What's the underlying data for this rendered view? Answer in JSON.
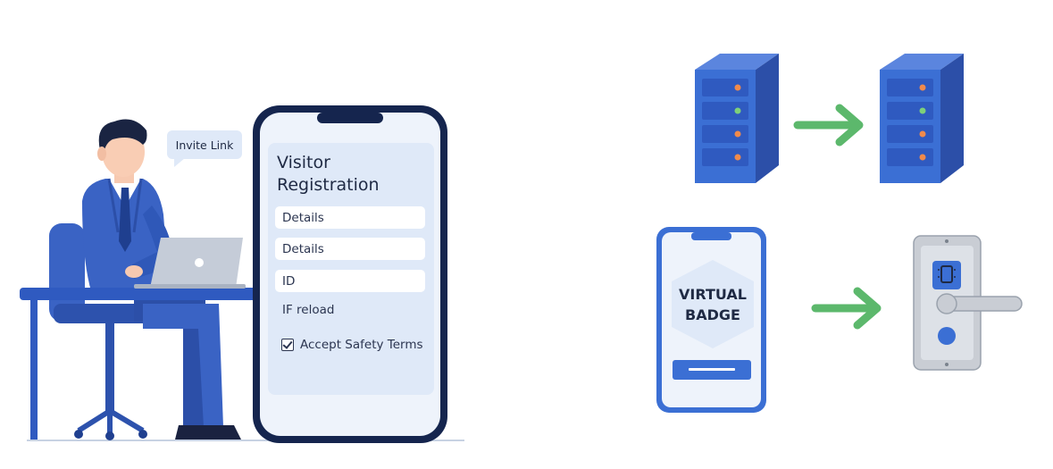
{
  "speech_bubble": {
    "text": "Invite Link"
  },
  "form": {
    "title_line1": "Visitor",
    "title_line2": "Registration",
    "fields": [
      "Details",
      "Details",
      "ID"
    ],
    "extra_line": "IF reload",
    "checkbox_label": "Accept Safety Terms",
    "checkbox_checked": true
  },
  "virtual_badge": {
    "line1": "VIRTUAL",
    "line2": "BADGE"
  },
  "colors": {
    "primary_blue": "#3b6fd4",
    "dark_blue": "#1f3f8f",
    "arrow_green": "#5cb86c",
    "phone_screen": "#dfe9f8",
    "lock_gray": "#c9cdd4"
  }
}
